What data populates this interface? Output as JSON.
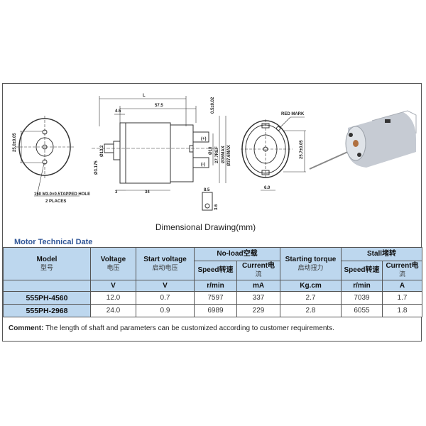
{
  "drawing": {
    "caption": "Dimensional Drawing(mm)",
    "labels": {
      "L": "L",
      "len_57_5": "57.5",
      "len_4_5": "4.5",
      "tol_0_5": "0.5±0.02",
      "dia_13_2": "Ø13.2",
      "dia_3_175": "Ø3.175",
      "len_3": "3",
      "len_34": "34",
      "len_8_5": "8.5",
      "len_3_6": "3.6",
      "dia_10": "Ø10",
      "dia_27_7": "27.7REF",
      "dia_36max": "Ø36MAX",
      "dia_37_6max": "Ø37.6MAX",
      "plus": "(+)",
      "minus": "(-)",
      "hole_spacing": "25.0±0.05",
      "hole_note_1": "150 M3.0×0.5TAPPED HOLE",
      "hole_note_2": "2 PLACES",
      "red_mark": "RED MARK",
      "rear_dim": "25.7±0.05",
      "width_6": "6.0"
    }
  },
  "table": {
    "title": "Motor Technical Date",
    "headers": {
      "model_en": "Model",
      "model_cn": "型号",
      "voltage_en": "Voltage",
      "voltage_cn": "电压",
      "start_en": "Start voltage",
      "start_cn": "启动电压",
      "noload": "No-load空载",
      "noload_speed": "Speed转速",
      "noload_current_en": "Current电",
      "noload_current_cn": "流",
      "torque_en": "Starting torque",
      "torque_cn": "启动扭力",
      "stall": "Stall堵转",
      "stall_speed": "Speed转速",
      "stall_current_en": "Current电",
      "stall_current_cn": "流"
    },
    "units": [
      "V",
      "V",
      "r/min",
      "mA",
      "Kg.cm",
      "r/min",
      "A"
    ],
    "rows": [
      {
        "model": "555PH-4560",
        "voltage": "12.0",
        "start_voltage": "0.7",
        "noload_speed": "7597",
        "noload_current": "337",
        "torque": "2.7",
        "stall_speed": "7039",
        "stall_current": "1.7"
      },
      {
        "model": "555PH-2968",
        "voltage": "24.0",
        "start_voltage": "0.9",
        "noload_speed": "6989",
        "noload_current": "229",
        "torque": "2.8",
        "stall_speed": "6055",
        "stall_current": "1.8"
      }
    ]
  },
  "comment": {
    "label": "Comment:",
    "text": "The length of shaft and parameters can be customized according to customer requirements."
  }
}
